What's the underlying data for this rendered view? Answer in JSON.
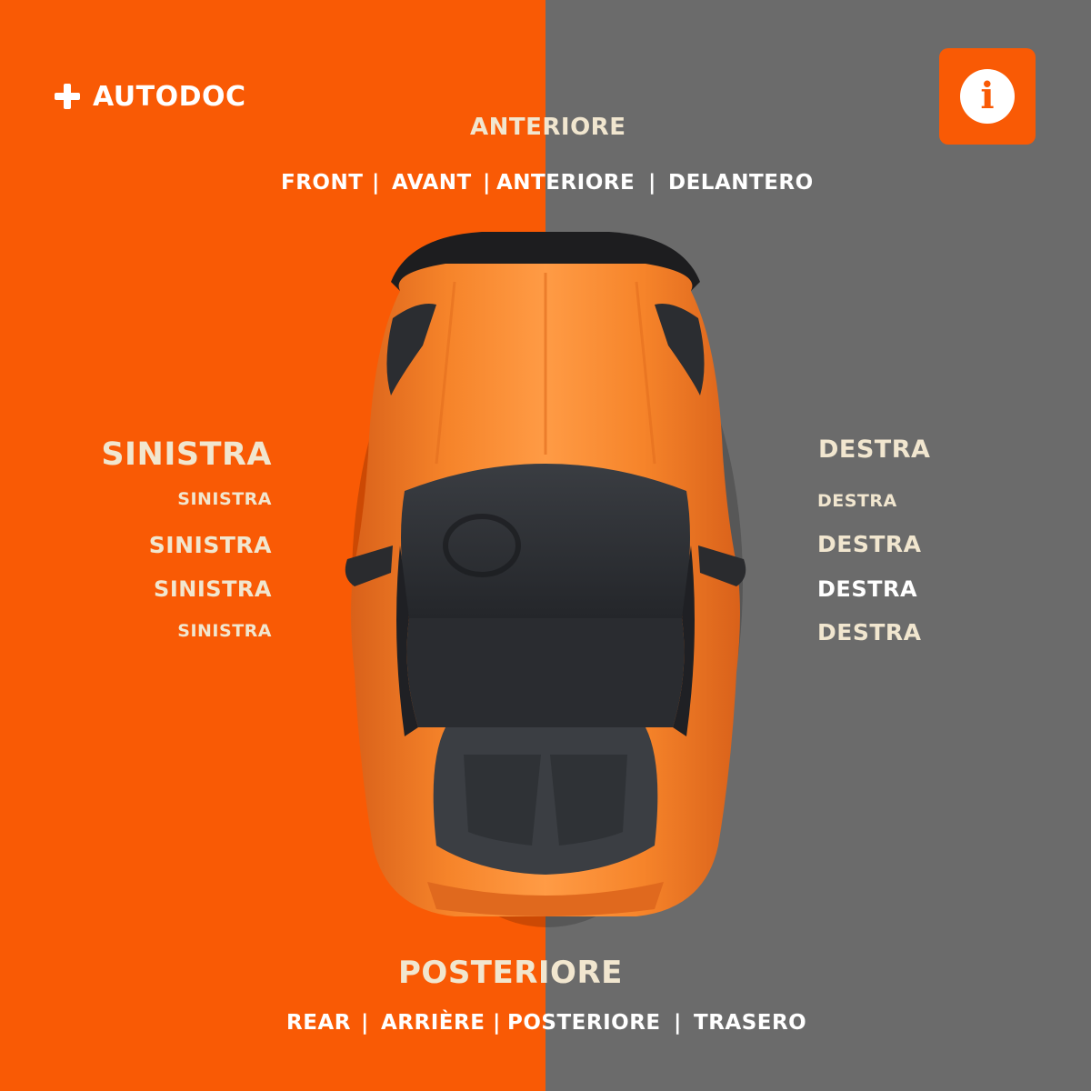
{
  "brand": {
    "name": "AUTODOC",
    "logo_icon": "plus-cross-icon",
    "orange": "#f95a05",
    "gray": "#6b6b6b",
    "cream": "#f1e6cf",
    "car_orange": "#f47a1e"
  },
  "info_button": {
    "icon": "info-icon",
    "glyph": "i"
  },
  "front": {
    "title": "ANTERIORE",
    "translations": [
      "FRONT",
      "AVANT",
      "ANTERIORE",
      "DELANTERO"
    ],
    "separator": "|"
  },
  "rear": {
    "title": "POSTERIORE",
    "translations": [
      "REAR",
      "ARRIÈRE",
      "POSTERIORE",
      "TRASERO"
    ],
    "separator": "|"
  },
  "left_labels": [
    "SINISTRA",
    "SINISTRA",
    "SINISTRA",
    "SINISTRA",
    "SINISTRA"
  ],
  "right_labels": [
    "DESTRA",
    "DESTRA",
    "DESTRA",
    "DESTRA",
    "DESTRA"
  ]
}
